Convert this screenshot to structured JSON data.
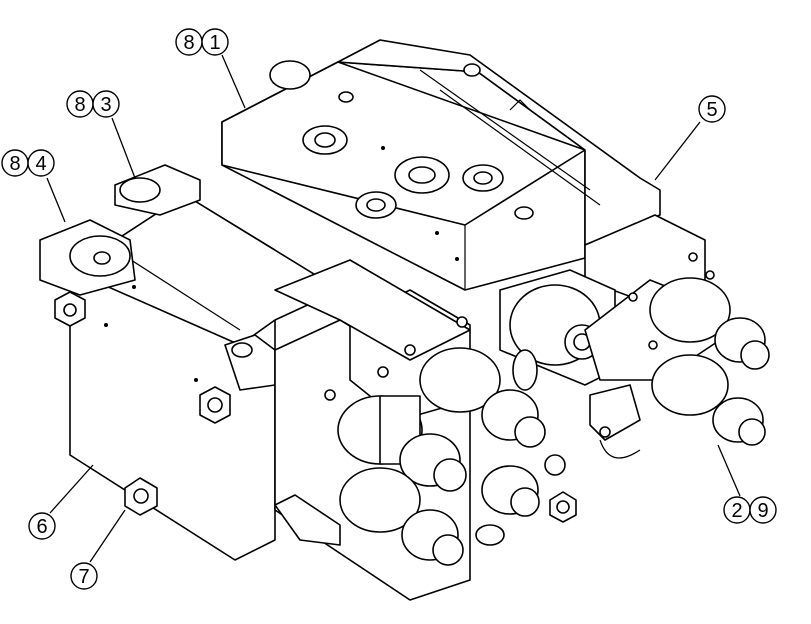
{
  "callouts": {
    "c1": {
      "a": "8",
      "b": "1"
    },
    "c2": {
      "a": "8",
      "b": "3"
    },
    "c3": {
      "a": "8",
      "b": "4"
    },
    "c4": {
      "a": "5"
    },
    "c5": {
      "a": "6"
    },
    "c6": {
      "a": "7"
    },
    "c7": {
      "a": "2",
      "b": "9"
    }
  }
}
